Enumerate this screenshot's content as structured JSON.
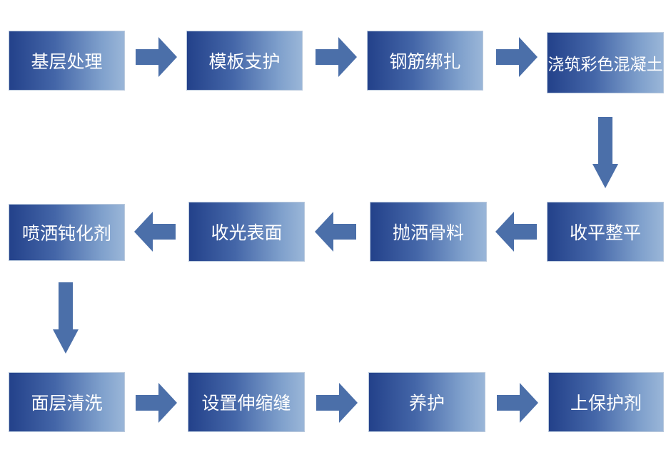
{
  "steps": [
    {
      "id": "s1",
      "label": "基层处理"
    },
    {
      "id": "s2",
      "label": "模板支护"
    },
    {
      "id": "s3",
      "label": "钢筋绑扎"
    },
    {
      "id": "s4",
      "label": "浇筑彩色混凝土"
    },
    {
      "id": "s5",
      "label": "收平整平"
    },
    {
      "id": "s6",
      "label": "抛洒骨料"
    },
    {
      "id": "s7",
      "label": "收光表面"
    },
    {
      "id": "s8",
      "label": "喷洒钝化剂"
    },
    {
      "id": "s9",
      "label": "面层清洗"
    },
    {
      "id": "s10",
      "label": "设置伸缩缝"
    },
    {
      "id": "s11",
      "label": "养护"
    },
    {
      "id": "s12",
      "label": "上保护剂"
    }
  ],
  "colors": {
    "box_dark": "#23418a",
    "box_light": "#9ab6d8",
    "arrow": "#4b6fa9",
    "text": "#ffffff"
  }
}
